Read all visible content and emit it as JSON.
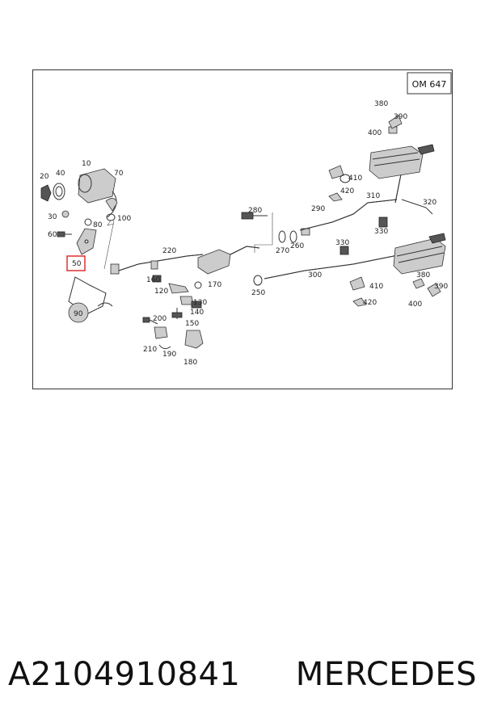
{
  "diagram": {
    "engine_code": "OM 647",
    "labels": {
      "l10": "10",
      "l20": "20",
      "l30": "30",
      "l40": "40",
      "l50": "50",
      "l60": "60",
      "l70": "70",
      "l80": "80",
      "l90": "90",
      "l100": "100",
      "l120": "120",
      "l130": "130",
      "l140": "140",
      "l150": "150",
      "l160": "160",
      "l170": "170",
      "l180": "180",
      "l190": "190",
      "l200": "200",
      "l210": "210",
      "l220": "220",
      "l250": "250",
      "l260": "260",
      "l270": "270",
      "l280": "280",
      "l290": "290",
      "l300": "300",
      "l310": "310",
      "l320": "320",
      "l330a": "330",
      "l330b": "330",
      "l380a": "380",
      "l380b": "380",
      "l390a": "390",
      "l390b": "390",
      "l400a": "400",
      "l400b": "400",
      "l410a": "410",
      "l410b": "410",
      "l420a": "420",
      "l420b": "420"
    },
    "highlighted_part": "50",
    "highlight_color": "#e03030"
  },
  "footer": {
    "part_number": "A2104910841",
    "brand": "MERCEDES"
  }
}
